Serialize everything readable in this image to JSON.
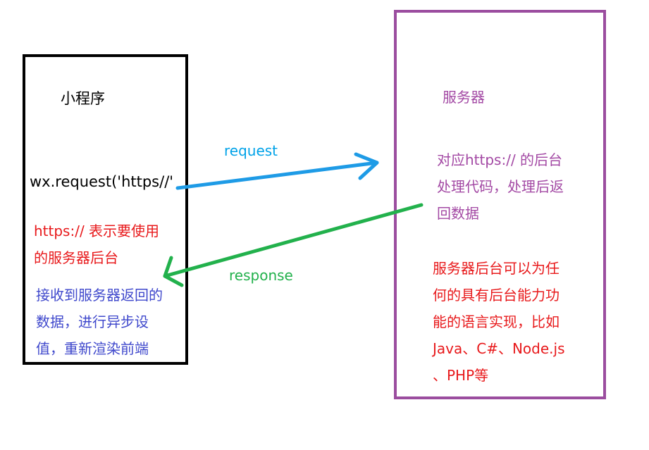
{
  "client": {
    "title": "小程序",
    "code": "wx.request('https//'",
    "note_red": [
      "https:// 表示要使用",
      "的服务器后台"
    ],
    "note_blue": [
      "接收到服务器返回的",
      "数据，进行异步设",
      "值，重新渲染前端"
    ]
  },
  "server": {
    "title": "服务器",
    "note_purple": [
      "对应https:// 的后台",
      "处理代码，处理后返",
      "回数据"
    ],
    "note_red": [
      "服务器后台可以为任",
      "何的具有后台能力功",
      "能的语言实现，比如",
      "Java、C#、Node.js",
      "、PHP等"
    ]
  },
  "arrows": {
    "request_label": "request",
    "response_label": "response",
    "request_color": "#1e9be6",
    "response_color": "#22b14c"
  },
  "colors": {
    "client_border": "#000000",
    "server_border": "#9b4d9f"
  }
}
